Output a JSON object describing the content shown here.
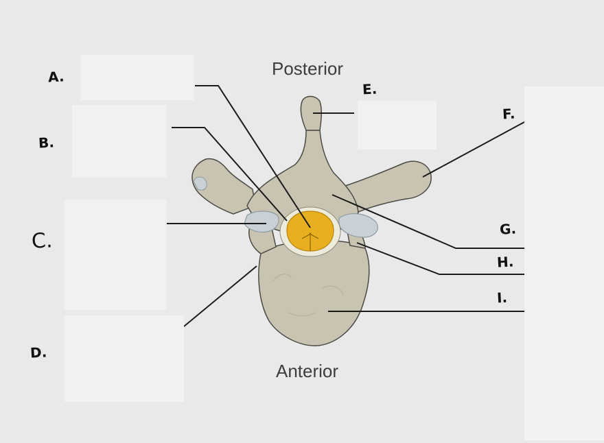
{
  "orientation": {
    "top": "Posterior",
    "bottom": "Anterior"
  },
  "labels": {
    "a": "A.",
    "b": "B.",
    "c": "C.",
    "d": "D.",
    "e": "E.",
    "f": "F.",
    "g": "G.",
    "h": "H.",
    "i": "I."
  },
  "colors": {
    "background": "#e9e9e9",
    "answer_box": "#f1f1f1",
    "bone": "#c8c4b1",
    "bone_outline": "#4a4a44",
    "spinal_cord": "#e8b020",
    "leader_line": "#1a1a1a",
    "facet": "#c9d1d6"
  },
  "icons": {
    "diagram": "vertebra-superior-view"
  }
}
